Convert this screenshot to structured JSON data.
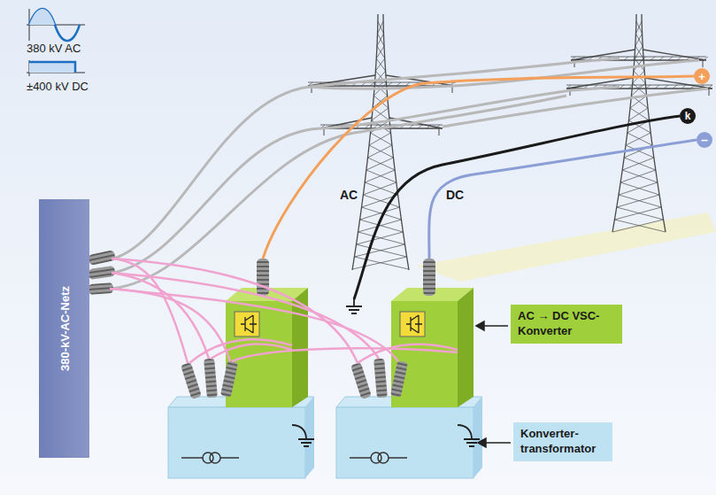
{
  "diagram": {
    "nodes": [
      {
        "text": [
          "380-kV-AC-Netz"
        ]
      },
      {
        "text": [
          "AC → DC VSC-Konverter"
        ]
      },
      {
        "text": [
          "Konverter- transformator"
        ]
      },
      {
        "text": [
          "+"
        ]
      },
      {
        "text": [
          "k"
        ]
      },
      {
        "text": [
          "–"
        ]
      }
    ],
    "labels": [
      "380 kV AC",
      "±400 kV DC",
      "AC",
      "DC"
    ]
  }
}
